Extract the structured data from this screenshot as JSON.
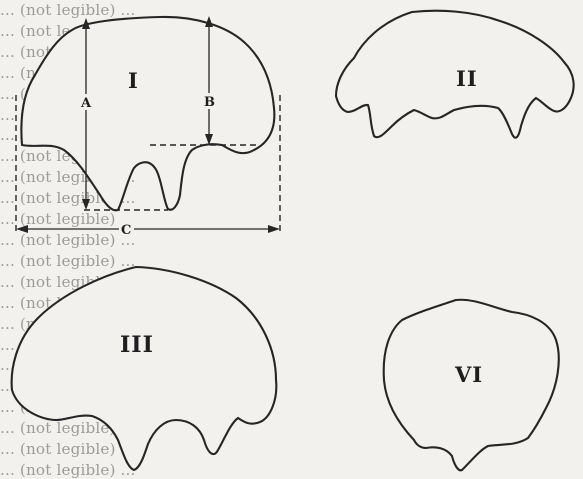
{
  "background_text": [
    "... (not legible) ...",
    "... (not legible) ...",
    "... (not legible) ...",
    "... (not legible) ...",
    "... (not legible) ...",
    "... (not legible) ...",
    "... (not legible) ...",
    "... (not legible) ...",
    "... (not legible) ...",
    "... (not legible) ...",
    "... (not legible) ...",
    "... (not legible) ...",
    "... (not legible) ...",
    "... (not legible) ...",
    "... (not legible) ...",
    "... (not legible) ...",
    "... (not legible) ...",
    "... (not legible) ...",
    "... (not legible) ...",
    "... (not legible) ...",
    "... (not legible) ...",
    "... (not legible) ...",
    "... (not legible) ..."
  ],
  "figure": {
    "shapes": [
      {
        "id": "shape-1",
        "label": "I"
      },
      {
        "id": "shape-2",
        "label": "II"
      },
      {
        "id": "shape-3",
        "label": "III"
      },
      {
        "id": "shape-6",
        "label": "VI"
      }
    ],
    "dimensions": {
      "a": "A",
      "b": "B",
      "c": "C"
    }
  }
}
